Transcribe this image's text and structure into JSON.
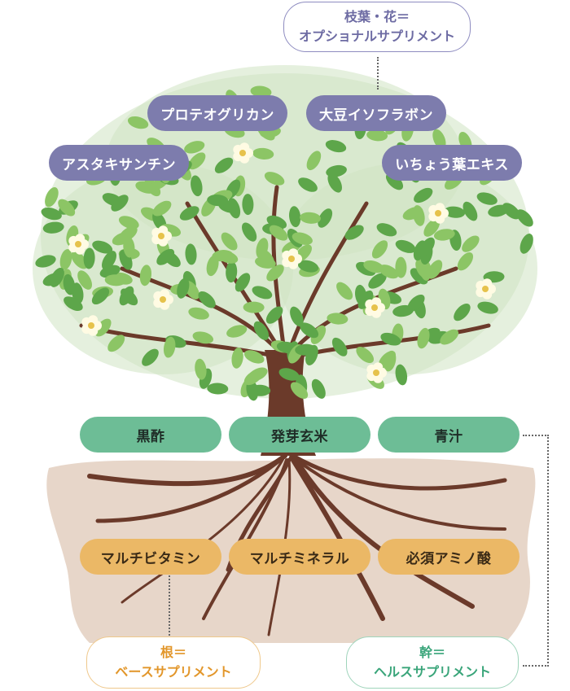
{
  "branches": {
    "title": "枝葉・花＝",
    "subtitle": "オプショナルサプリメント",
    "color": "#7d7cad",
    "items": [
      "プロテオグリカン",
      "大豆イソフラボン",
      "アスタキサンチン",
      "いちょう葉エキス"
    ]
  },
  "trunk": {
    "title": "幹＝",
    "subtitle": "ヘルスサプリメント",
    "color": "#6dbd96",
    "items": [
      "黒酢",
      "発芽玄米",
      "青汁"
    ]
  },
  "roots": {
    "title": "根＝",
    "subtitle": "ベースサプリメント",
    "color": "#ebb866",
    "items": [
      "マルチビタミン",
      "マルチミネラル",
      "必須アミノ酸"
    ]
  },
  "palette": {
    "leaf": "#8cc565",
    "leaf_dark": "#5da64a",
    "trunk": "#6b3a2a",
    "soil": "#e3cfc0",
    "flower": "#fffbe3"
  }
}
